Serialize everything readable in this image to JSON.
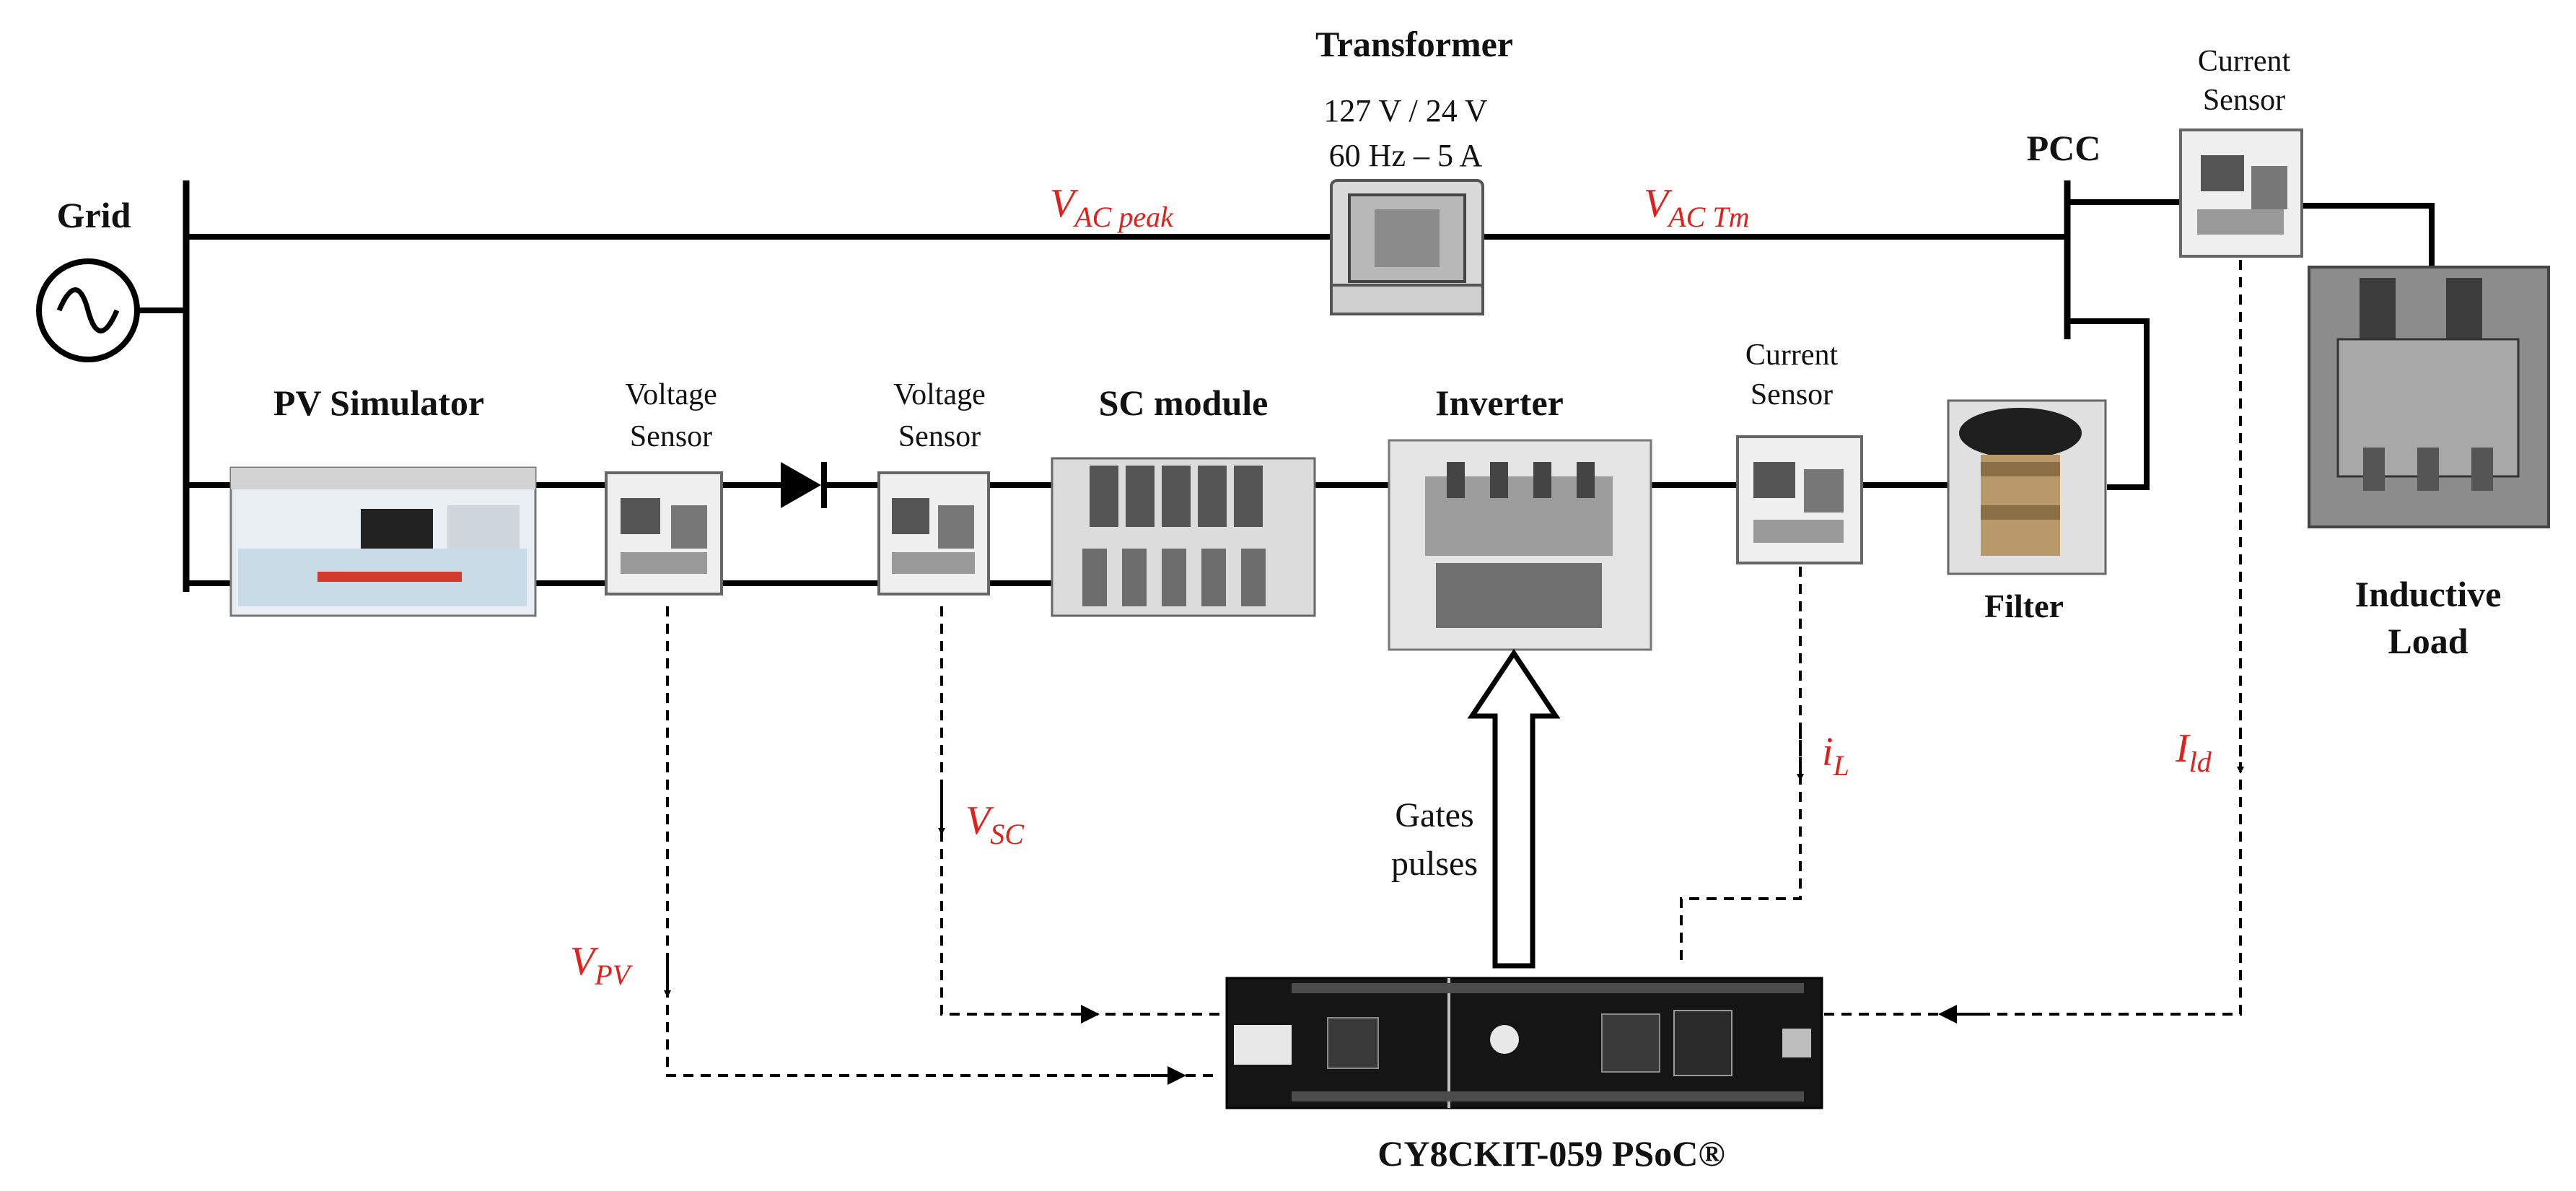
{
  "title": "",
  "blocks": {
    "grid": "Grid",
    "transformer": "Transformer",
    "transformer_rating_1": "127 V / 24 V",
    "transformer_rating_2": "60 Hz – 5 A",
    "pcc": "PCC",
    "pv_simulator": "PV Simulator",
    "voltage_sensor_1_line1": "Voltage",
    "voltage_sensor_1_line2": "Sensor",
    "voltage_sensor_2_line1": "Voltage",
    "voltage_sensor_2_line2": "Sensor",
    "sc_module": "SC module",
    "inverter": "Inverter",
    "current_sensor_filter_line1": "Current",
    "current_sensor_filter_line2": "Sensor",
    "current_sensor_load_line1": "Current",
    "current_sensor_load_line2": "Sensor",
    "filter": "Filter",
    "load_line1": "Inductive",
    "load_line2": "Load",
    "gates_line1": "Gates",
    "gates_line2": "pulses",
    "controller": "CY8CKIT-059 PSoC®"
  },
  "signals": {
    "vac_peak_main": "V",
    "vac_peak_sub": "AC peak",
    "vac_tm_main": "V",
    "vac_tm_sub": "AC Tm",
    "vpv_main": "V",
    "vpv_sub": "PV",
    "vsc_main": "V",
    "vsc_sub": "SC",
    "il_main": "i",
    "il_sub": "L",
    "ild_main": "I",
    "ild_sub": "ld"
  },
  "colors": {
    "signal_label": "#e0201b",
    "wire": "#000000"
  }
}
